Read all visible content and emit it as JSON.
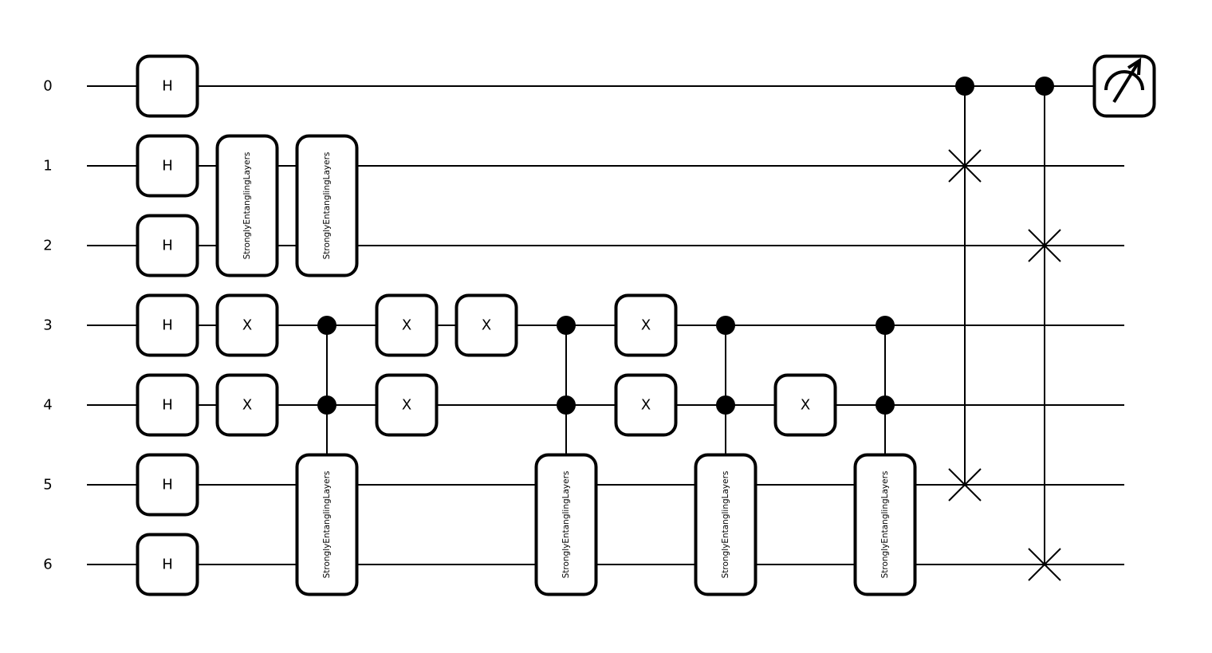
{
  "wires": [
    "0",
    "1",
    "2",
    "3",
    "4",
    "5",
    "6"
  ],
  "gates": [
    {
      "kind": "box",
      "label": "H",
      "wires": [
        0
      ],
      "col": 1
    },
    {
      "kind": "box",
      "label": "H",
      "wires": [
        1
      ],
      "col": 1
    },
    {
      "kind": "box",
      "label": "H",
      "wires": [
        2
      ],
      "col": 1
    },
    {
      "kind": "box",
      "label": "H",
      "wires": [
        3
      ],
      "col": 1
    },
    {
      "kind": "box",
      "label": "H",
      "wires": [
        4
      ],
      "col": 1
    },
    {
      "kind": "box",
      "label": "H",
      "wires": [
        5
      ],
      "col": 1
    },
    {
      "kind": "box",
      "label": "H",
      "wires": [
        6
      ],
      "col": 1
    },
    {
      "kind": "tall",
      "label": "StronglyEntanglingLayers",
      "wires": [
        1,
        2
      ],
      "col": 2
    },
    {
      "kind": "box",
      "label": "X",
      "wires": [
        3
      ],
      "col": 2
    },
    {
      "kind": "box",
      "label": "X",
      "wires": [
        4
      ],
      "col": 2
    },
    {
      "kind": "tall",
      "label": "StronglyEntanglingLayers",
      "wires": [
        1,
        2
      ],
      "col": 3
    },
    {
      "kind": "ctrl-tall",
      "label": "StronglyEntanglingLayers",
      "controls": [
        3,
        4
      ],
      "wires": [
        5,
        6
      ],
      "col": 3
    },
    {
      "kind": "box",
      "label": "X",
      "wires": [
        3
      ],
      "col": 4
    },
    {
      "kind": "box",
      "label": "X",
      "wires": [
        4
      ],
      "col": 4
    },
    {
      "kind": "box",
      "label": "X",
      "wires": [
        3
      ],
      "col": 5
    },
    {
      "kind": "ctrl-tall",
      "label": "StronglyEntanglingLayers",
      "controls": [
        3,
        4
      ],
      "wires": [
        5,
        6
      ],
      "col": 6
    },
    {
      "kind": "box",
      "label": "X",
      "wires": [
        3
      ],
      "col": 7
    },
    {
      "kind": "box",
      "label": "X",
      "wires": [
        4
      ],
      "col": 7
    },
    {
      "kind": "ctrl-tall",
      "label": "StronglyEntanglingLayers",
      "controls": [
        3,
        4
      ],
      "wires": [
        5,
        6
      ],
      "col": 8
    },
    {
      "kind": "box",
      "label": "X",
      "wires": [
        4
      ],
      "col": 9
    },
    {
      "kind": "ctrl-tall",
      "label": "StronglyEntanglingLayers",
      "controls": [
        3,
        4
      ],
      "wires": [
        5,
        6
      ],
      "col": 10
    },
    {
      "kind": "cswap",
      "control": 0,
      "targets": [
        1,
        5
      ],
      "col": 11
    },
    {
      "kind": "cswap",
      "control": 0,
      "targets": [
        2,
        6
      ],
      "col": 12
    },
    {
      "kind": "measure",
      "wires": [
        0
      ],
      "col": 13
    }
  ]
}
